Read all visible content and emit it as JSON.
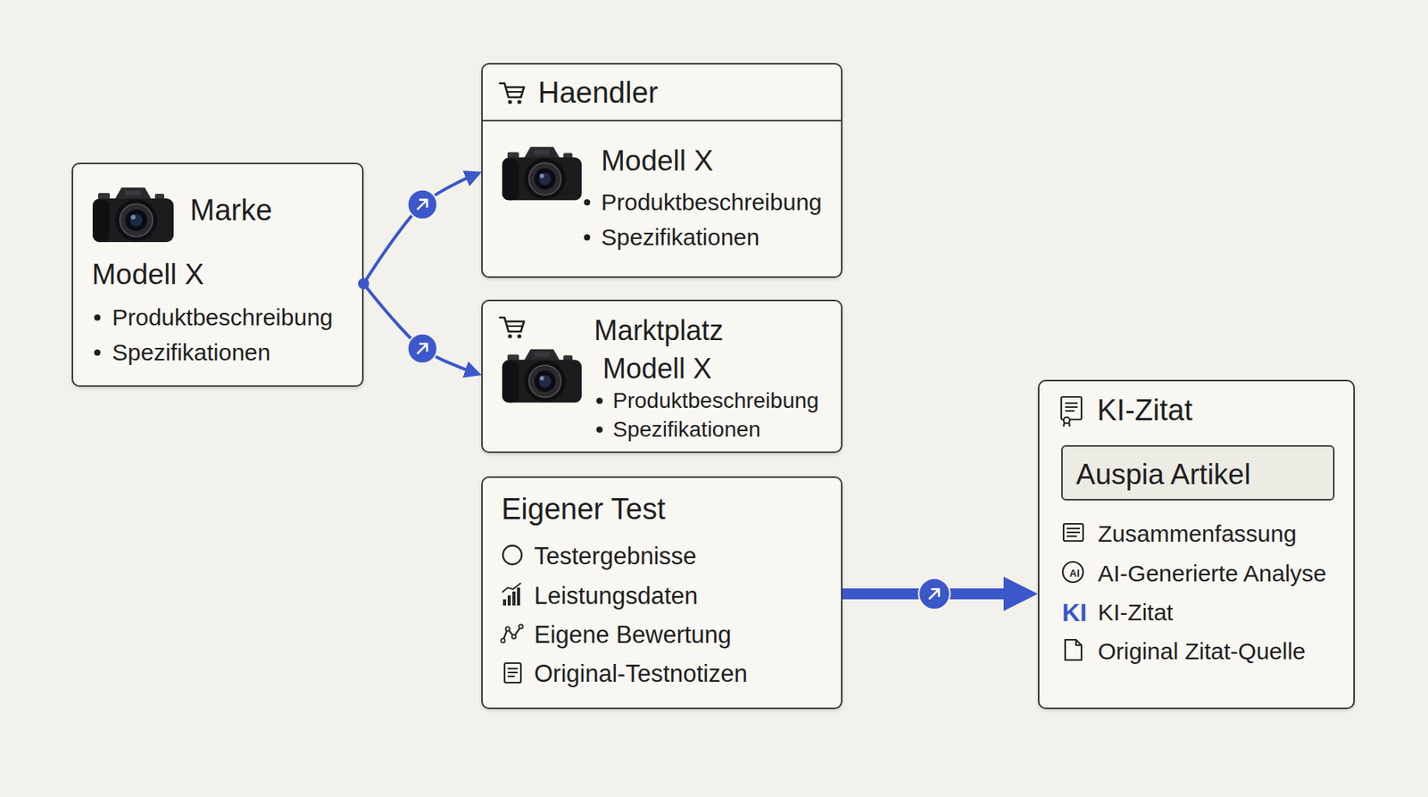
{
  "diagram": {
    "nodes": [
      {
        "text": [
          "Marke",
          "Modell X",
          "Produktbeschreibung",
          "Spezifikationen"
        ]
      },
      {
        "text": [
          "Haendler",
          "Modell X",
          "Produktbeschreibung",
          "Spezifikationen"
        ]
      },
      {
        "text": [
          "Marktplatz",
          "Modell X",
          "Produktbeschreibung",
          "Spezifikationen"
        ]
      },
      {
        "text": [
          "Eigener Test",
          "Testergebnisse",
          "Leistungsdaten",
          "Eigene Bewertung",
          "Original-Testnotizen"
        ]
      },
      {
        "text": [
          "KI-Zitat",
          "Zusammenfassung",
          "AI",
          "AI-Generierte Analyse",
          "KI",
          "KI-Zitat",
          "Original Zitat-Quelle"
        ]
      },
      {
        "text": [
          "Auspia Artikel"
        ],
        "in": 4
      }
    ],
    "edges": [
      {
        "from": 0,
        "to": 1,
        "arrow": "to"
      },
      {
        "from": 0,
        "to": 2,
        "arrow": "to"
      },
      {
        "from": 3,
        "to": 4,
        "arrow": "to"
      }
    ]
  }
}
